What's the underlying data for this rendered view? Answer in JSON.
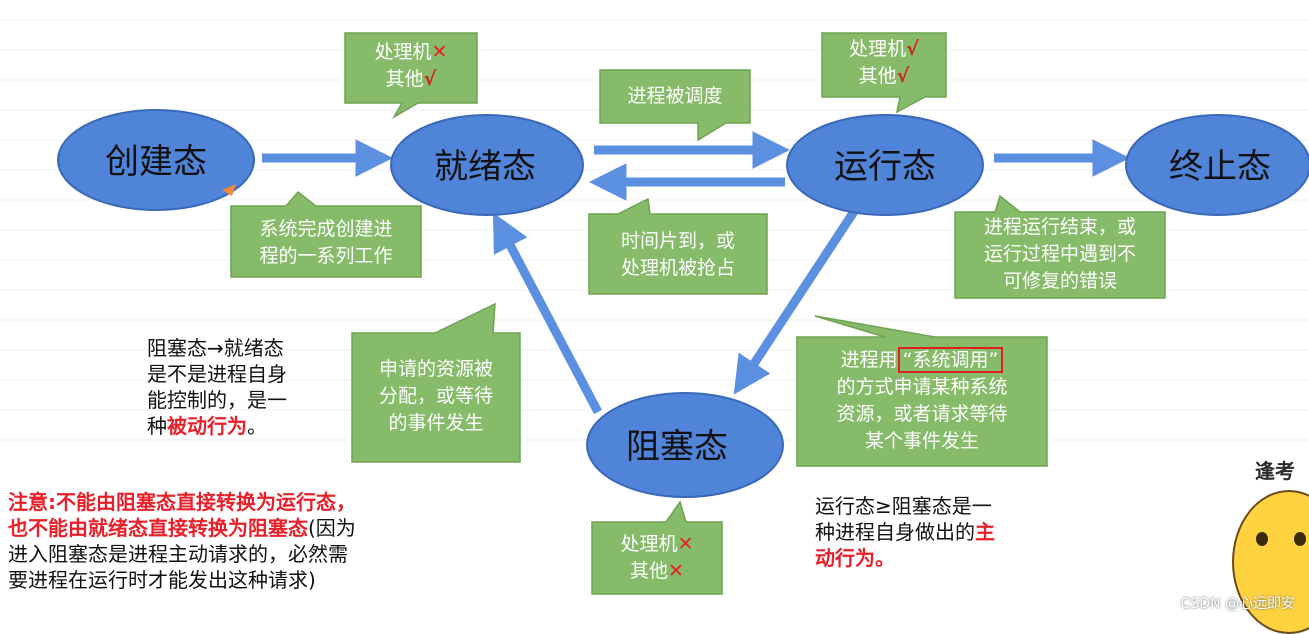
{
  "states": {
    "create": "创建态",
    "ready": "就绪态",
    "running": "运行态",
    "terminated": "终止态",
    "blocked": "阻塞态"
  },
  "callouts": {
    "ready_resources": [
      "处理机",
      "其他"
    ],
    "running_resources": [
      "处理机",
      "其他"
    ],
    "blocked_resources": [
      "处理机",
      "其他"
    ],
    "scheduled": "进程被调度",
    "created": [
      "系统完成创建进",
      "程的一系列工作"
    ],
    "timeslice": [
      "时间片到，或",
      "处理机被抢占"
    ],
    "terminate": [
      "进程运行结束，或",
      "运行过程中遇到不",
      "可修复的错误"
    ],
    "resource_granted": [
      "申请的资源被",
      "分配，或等待",
      "的事件发生"
    ],
    "syscall_pre": "进程用",
    "syscall_box": "“系统调用”",
    "syscall_rest": [
      "的方式申请某种系统",
      "资源，或者请求等待",
      "某个事件发生"
    ]
  },
  "marks": {
    "x": "✕",
    "v": "√"
  },
  "notes": {
    "passive_1": "阻塞态→就绪态",
    "passive_2": "是不是进程自身",
    "passive_3": "能控制的，是一",
    "passive_4a": "种",
    "passive_4b": "被动行为",
    "passive_4c": "。",
    "warn_1": "注意:不能由阻塞态直接转换为运行态，",
    "warn_2a": "也不能由就绪态直接转换为阻塞态",
    "warn_2b": "(因为",
    "warn_3": "进入阻塞态是进程主动请求的，必然需",
    "warn_4": "要进程在运行时才能发出这种请求)",
    "active_1": "运行态≥阻塞态是一",
    "active_2a": "种进程自身做出的",
    "active_2b": "主",
    "active_3": "动行为。"
  },
  "watermark": "CSDN @心远即安",
  "corner_tag": "逢考",
  "colors": {
    "state_fill": "#4f84d8",
    "state_stroke": "#3a68b8",
    "arrow": "#5b8fe0",
    "callout_fill": "#86bb69",
    "callout_stroke": "#6ea352",
    "highlight": "#e8202a"
  }
}
